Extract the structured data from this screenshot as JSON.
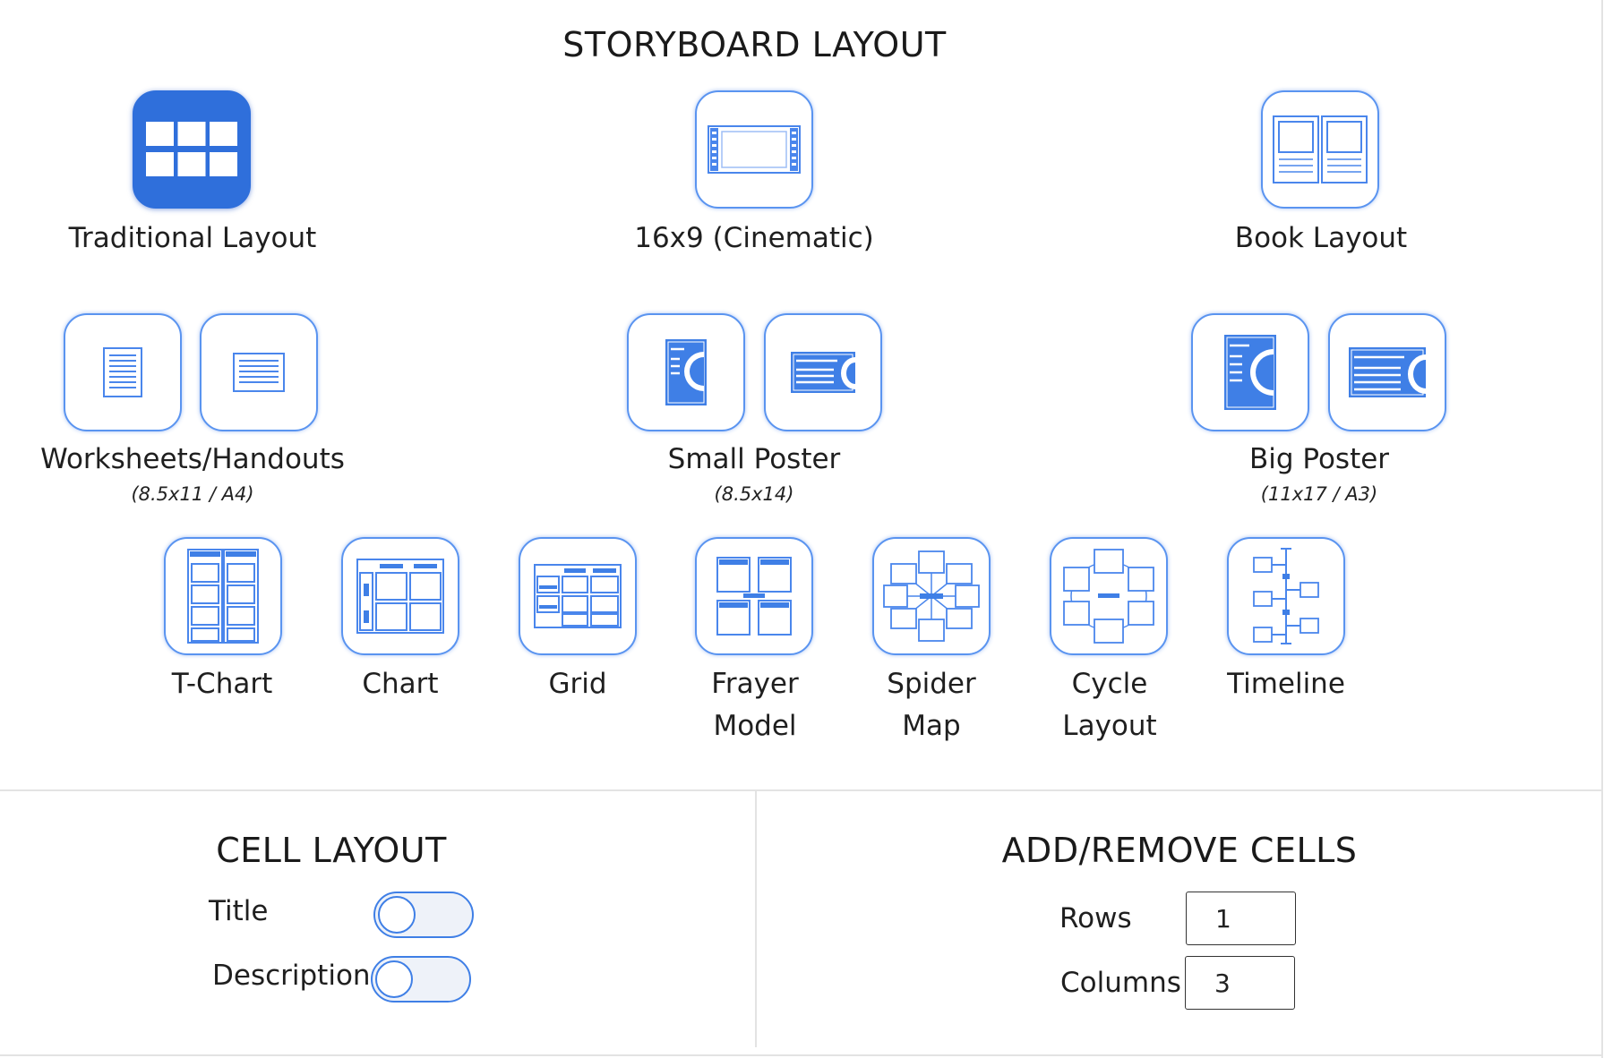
{
  "storyboard": {
    "title": "STORYBOARD LAYOUT",
    "main_layouts": [
      {
        "label": "Traditional Layout",
        "icon": "traditional-grid-icon",
        "selected": true
      },
      {
        "label": "16x9 (Cinematic)",
        "icon": "cinematic-film-icon",
        "selected": false
      },
      {
        "label": "Book Layout",
        "icon": "book-icon",
        "selected": false
      }
    ],
    "print_layouts": [
      {
        "label": "Worksheets/Handouts",
        "size": "(8.5x11 / A4)",
        "icons": [
          "portrait-page-icon",
          "landscape-page-icon"
        ]
      },
      {
        "label": "Small Poster",
        "size": "(8.5x14)",
        "icons": [
          "portrait-poster-icon",
          "landscape-poster-icon"
        ]
      },
      {
        "label": "Big Poster",
        "size": "(11x17 / A3)",
        "icons": [
          "portrait-big-poster-icon",
          "landscape-big-poster-icon"
        ]
      }
    ],
    "graphic_organizers": [
      {
        "line1": "T-Chart",
        "line2": "",
        "icon": "t-chart-icon"
      },
      {
        "line1": "Chart",
        "line2": "",
        "icon": "chart-icon"
      },
      {
        "line1": "Grid",
        "line2": "",
        "icon": "grid-icon"
      },
      {
        "line1": "Frayer",
        "line2": "Model",
        "icon": "frayer-model-icon"
      },
      {
        "line1": "Spider",
        "line2": "Map",
        "icon": "spider-map-icon"
      },
      {
        "line1": "Cycle",
        "line2": "Layout",
        "icon": "cycle-layout-icon"
      },
      {
        "line1": "Timeline",
        "line2": "",
        "icon": "timeline-icon"
      }
    ]
  },
  "cell_layout": {
    "title": "CELL LAYOUT",
    "options": [
      {
        "label": "Title",
        "enabled": false
      },
      {
        "label": "Description",
        "enabled": false
      }
    ]
  },
  "add_remove_cells": {
    "title": "ADD/REMOVE CELLS",
    "rows_label": "Rows",
    "rows_value": "1",
    "columns_label": "Columns",
    "columns_value": "3"
  },
  "colors": {
    "accent": "#2f6fdb",
    "icon_blue": "#4a86ec",
    "border": "#5a94f0",
    "divider": "#e3e3e3"
  }
}
